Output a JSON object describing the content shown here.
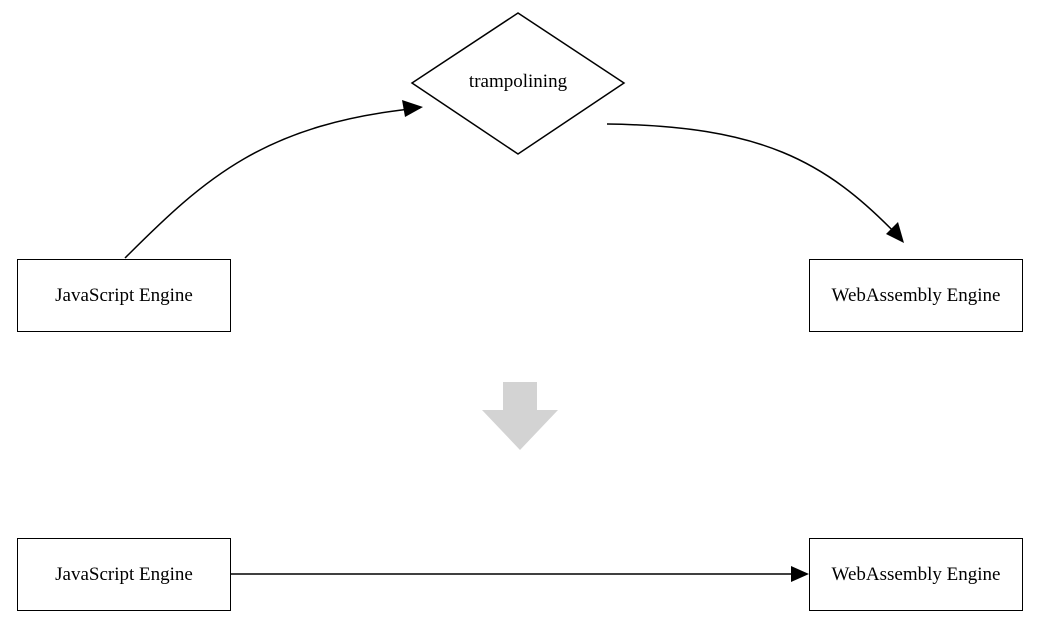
{
  "top_diagram": {
    "left_node": "JavaScript Engine",
    "middle_node": "trampolining",
    "right_node": "WebAssembly Engine"
  },
  "bottom_diagram": {
    "left_node": "JavaScript Engine",
    "right_node": "WebAssembly Engine"
  },
  "colors": {
    "stroke": "#000000",
    "transition_arrow": "#d3d3d3",
    "background": "#ffffff"
  }
}
